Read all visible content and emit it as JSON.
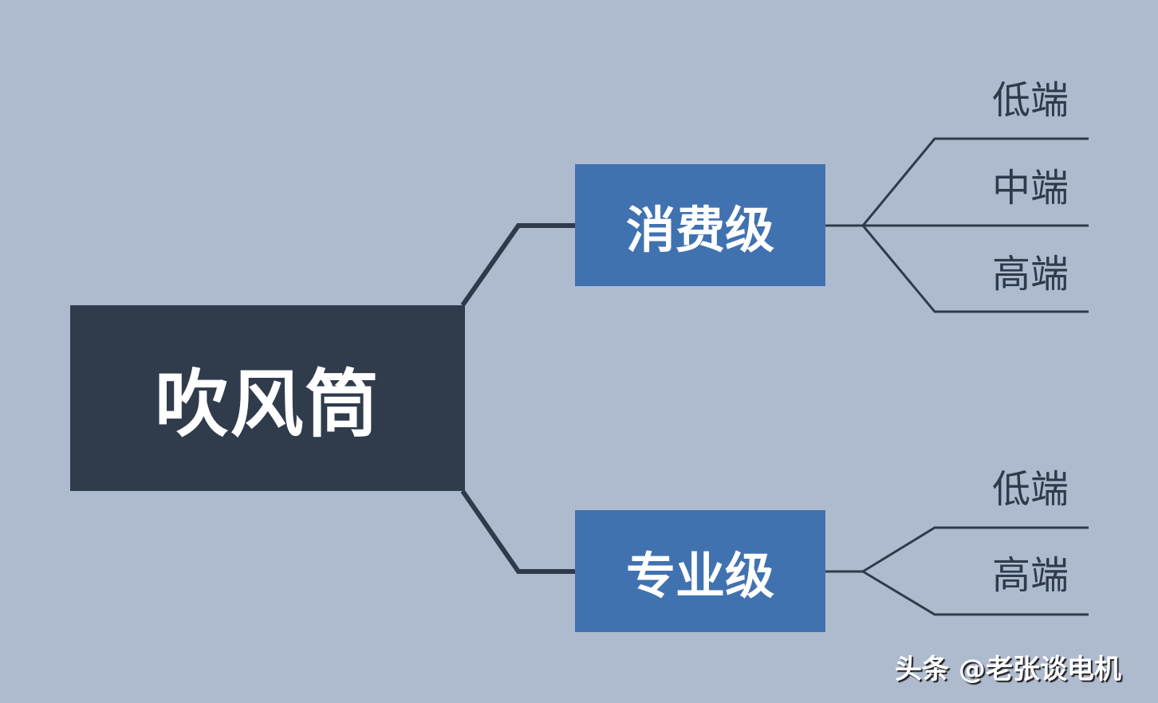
{
  "colors": {
    "background": "#aebbcf",
    "root_fill": "#303c4c",
    "branch_fill": "#4172b0",
    "line": "#2f3b4c",
    "leaf_text": "#2f3b4c"
  },
  "root": {
    "label": "吹风筒"
  },
  "branches": [
    {
      "label": "消费级",
      "leaves": [
        {
          "label": "低端"
        },
        {
          "label": "中端"
        },
        {
          "label": "高端"
        }
      ]
    },
    {
      "label": "专业级",
      "leaves": [
        {
          "label": "低端"
        },
        {
          "label": "高端"
        }
      ]
    }
  ],
  "watermark": {
    "text": "头条 @老张谈电机"
  }
}
